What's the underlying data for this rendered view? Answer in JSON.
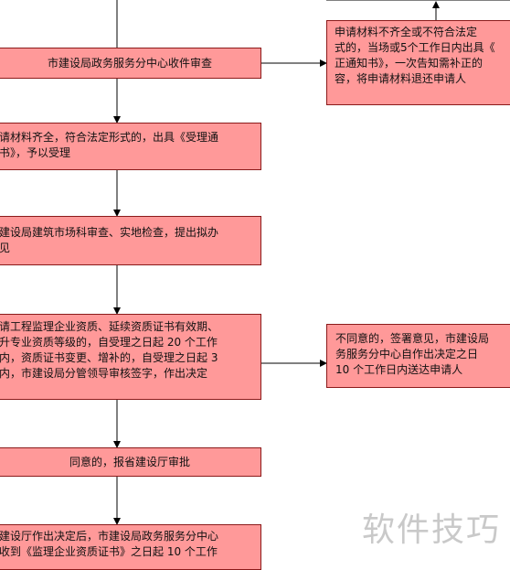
{
  "boxes": {
    "review": {
      "lines": [
        "市建设局政务服务分中心收件审查"
      ]
    },
    "reject": {
      "lines": [
        "申请材料不齐全或不符合法定",
        "式的，当场或5个工作日内出具《",
        "正通知书》，一次告知需补正的",
        "容，将申请材料退还申请人"
      ]
    },
    "accept": {
      "lines": [
        "请材料齐全，符合法定形式的，出具《受理通",
        "书》，予以受理"
      ]
    },
    "inspect": {
      "lines": [
        "建设局建筑市场科审查、实地检查，提出拟办",
        "见"
      ]
    },
    "decide": {
      "lines": [
        "请工程监理企业资质、延续资质证书有效期、",
        "升专业资质等级的，自受理之日起 20 个工作",
        "内，资质证书变更、增补的，自受理之日起 3",
        "内，市建设局分管领导审核签字，作出决定"
      ]
    },
    "disagree": {
      "lines": [
        "不同意的，签署意见，市建设局",
        "务服务分中心自作出决定之日",
        "10 个工作日内送达申请人"
      ]
    },
    "agree": {
      "lines": [
        "同意的，报省建设厅审批"
      ]
    },
    "final": {
      "lines": [
        "建设厅作出决定后，市建设局政务服务分中心",
        "收到《监理企业资质证书》之日起 10 个工作"
      ]
    }
  },
  "watermark": "软件技巧",
  "colors": {
    "box_fill": "#ff9999",
    "box_border": "#8b1a1a",
    "arrow": "#000000"
  }
}
